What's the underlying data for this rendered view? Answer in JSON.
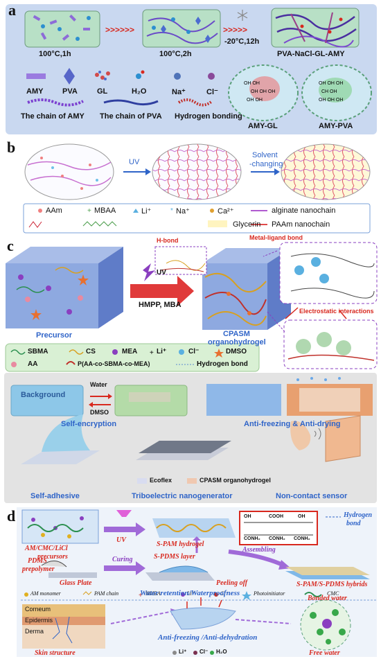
{
  "panel_a": {
    "label": "a",
    "steps": [
      "100°C,1h",
      "100°C,2h",
      "-20°C,12h",
      "PVA-NaCl-GL-AMY"
    ],
    "legend": [
      "AMY",
      "PVA",
      "GL",
      "H₂O",
      "Na⁺",
      "Cl⁻"
    ],
    "chains": [
      "The chain of AMY",
      "The chain of PVA",
      "Hydrogen bonding"
    ],
    "zooms": [
      "AMY-GL",
      "AMY-PVA"
    ]
  },
  "panel_b": {
    "label": "b",
    "arrow1": "UV",
    "arrow2_line1": "Solvent",
    "arrow2_line2": "-changing",
    "legend_row1": [
      "AAm",
      "MBAA",
      "Li⁺",
      "Na⁺",
      "Ca²⁺",
      "alginate nanochain"
    ],
    "legend_row2": [
      "Glycerin",
      "PAAm nanochain"
    ]
  },
  "panel_c": {
    "label": "c",
    "hbond": "H-bond",
    "metal_ligand": "Metal-ligand bond",
    "electrostatic": "Electrostatic interactions",
    "uv": "UV",
    "reagents": "HMPP, MBA",
    "precursor": "Precursor",
    "product_line1": "CPASM",
    "product_line2": "organohydrogel",
    "legend_row1": [
      "SBMA",
      "CS",
      "MEA",
      "Li⁺",
      "Cl⁻",
      "DMSO"
    ],
    "legend_row2": [
      "AA",
      "P(AA-co-SBMA-co-MEA)",
      "Hydrogen bond"
    ],
    "apps": {
      "water": "Water",
      "dmso": "DMSO",
      "background": "Background",
      "self_encryption": "Self-encryption",
      "anti_freezing": "Anti-freezing & Anti-drying",
      "self_adhesive": "Self-adhesive",
      "teng": "Triboelectric nanogenerator",
      "ecoflex": "Ecoflex",
      "cpasm": "CPASM organohydrogel",
      "noncontact": "Non-contact sensor"
    }
  },
  "panel_d": {
    "label": "d",
    "precursors_line1": "AM/CMC/LiCl",
    "precursors_line2": "precursors",
    "uv": "UV",
    "spam_hydrogel": "S-PAM hydrogel",
    "hydrogen_bond_line1": "Hydrogen",
    "hydrogen_bond_line2": "bond",
    "pdms_line1": "PDMS",
    "pdms_line2": "prepolymer",
    "curing": "Curing",
    "spdms_layer": "S-PDMS layer",
    "assembling": "Assembling",
    "glass_plate": "Glass Plate",
    "peeling_off": "Peeling off",
    "hybrids": "S-PAM/S-PDMS hybrids",
    "legend": [
      "AM monomer",
      "PAM chain",
      "NMBA",
      "Li⁺",
      "Cl⁻",
      "Photoinitiator",
      "CMC"
    ],
    "chem": [
      "OH",
      "COOH",
      "OH",
      "CONH₂",
      "CONH₂",
      "CONH₂"
    ],
    "skin": [
      "Corneum",
      "Epidermis",
      "Derma"
    ],
    "skin_structure": "Skin structure",
    "water_retention": "Water retention/Waterproofness",
    "anti_freezing": "Anti-freezing /Anti-dehydration",
    "bonded_water": "Bonded water",
    "free_water": "Free water",
    "bottom_legend": [
      "Li⁺",
      "Cl⁻",
      "H₂O"
    ]
  },
  "colors": {
    "panel_a_bg": "#c9d8f0",
    "panel_c_bg": "#e3e3e3",
    "panel_d_bg": "#eef3fa",
    "accent_red": "#d8281e",
    "accent_purple": "#8f3fc0",
    "accent_blue": "#2f64c8"
  }
}
